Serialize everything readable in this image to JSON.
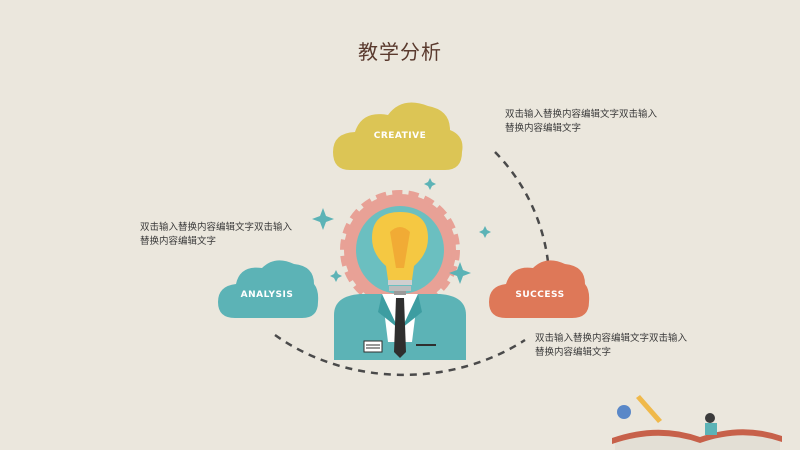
{
  "slide": {
    "title": "教学分析"
  },
  "clouds": {
    "creative": {
      "label": "CREATIVE",
      "color": "#dcc555"
    },
    "analysis": {
      "label": "ANALYSIS",
      "color": "#5cb3b6"
    },
    "success": {
      "label": "SUCCESS",
      "color": "#de7858"
    }
  },
  "descriptions": {
    "top_right": "双击输入替换内容编辑文字双击输入替换内容编辑文字",
    "left": "双击输入替换内容编辑文字双击输入替换内容编辑文字",
    "bottom_right": "双击输入替换内容编辑文字双击输入替换内容编辑文字"
  },
  "colors": {
    "background": "#ebe7dd",
    "title": "#5a3a2e",
    "suit": "#5cb3b6",
    "gear": "#e8a196",
    "gear_inner": "#6bbfc0",
    "bulb": "#f5c842",
    "sparkle": "#5cb3b6"
  },
  "icons": [
    "lightbulb-icon",
    "gear-icon",
    "sparkle-icon",
    "book-icon",
    "pencil-icon"
  ]
}
